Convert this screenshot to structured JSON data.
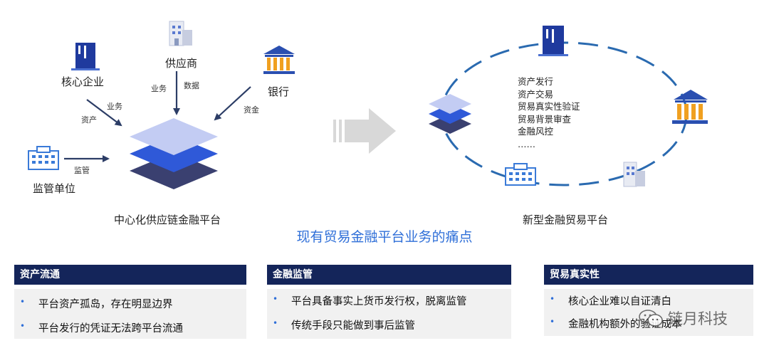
{
  "left_diagram": {
    "platform_label": "中心化供应链金融平台",
    "nodes": {
      "core_enterprise": "核心企业",
      "supplier": "供应商",
      "bank": "银行",
      "regulator": "监管单位"
    },
    "flows": {
      "business_core": "业务",
      "assets_core": "资产",
      "business_supplier": "业务",
      "data_supplier": "数据",
      "funds_bank": "资金",
      "supervision": "监管"
    }
  },
  "right_diagram": {
    "platform_label": "新型金融贸易平台",
    "functions": [
      "资产发行",
      "资产交易",
      "贸易真实性验证",
      "贸易背景审查",
      "金融风控",
      "……"
    ]
  },
  "section_title": "现有贸易金融平台业务的痛点",
  "pain_points": [
    {
      "title": "资产流通",
      "items": [
        "平台资产孤岛，存在明显边界",
        "平台发行的凭证无法跨平台流通"
      ]
    },
    {
      "title": "金融监管",
      "items": [
        "平台具备事实上货币发行权，脱离监管",
        "传统手段只能做到事后监管"
      ]
    },
    {
      "title": "贸易真实性",
      "items": [
        "核心企业难以自证清白",
        "金融机构额外的验证成本"
      ]
    }
  ],
  "watermark": "链月科技",
  "colors": {
    "accent": "#2f6fd8",
    "header": "#14255a",
    "arrow": "#2c3d66",
    "ring": "#2a6ab0"
  }
}
